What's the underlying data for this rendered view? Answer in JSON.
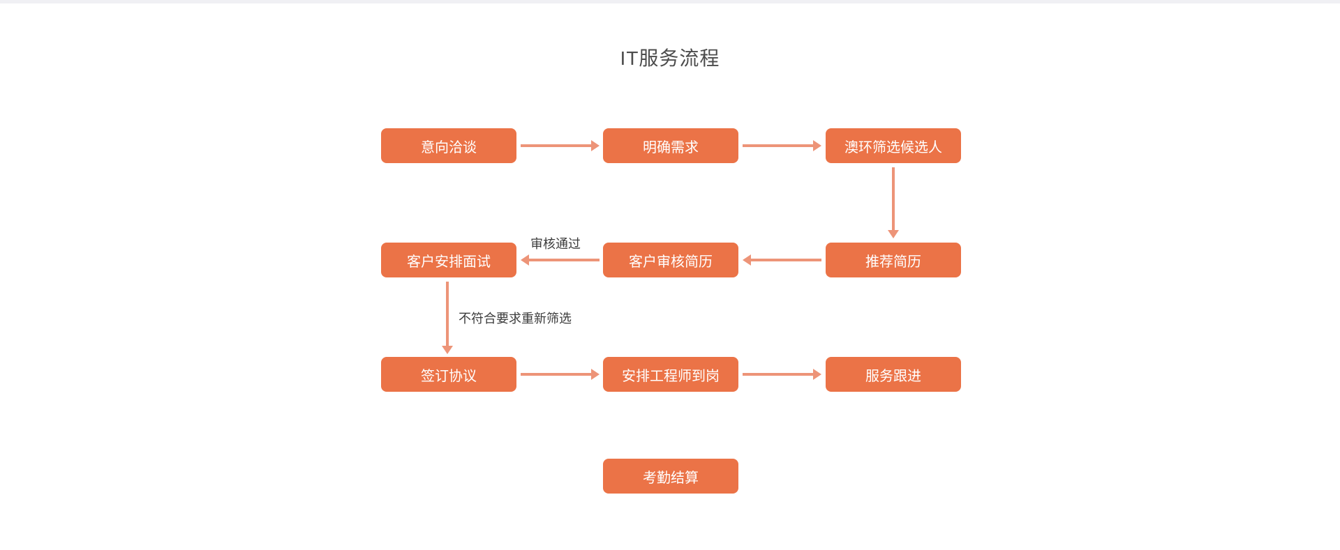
{
  "page": {
    "title": "IT服务流程"
  },
  "flowchart": {
    "nodes": [
      {
        "id": "intent",
        "label": "意向洽谈"
      },
      {
        "id": "clarify",
        "label": "明确需求"
      },
      {
        "id": "screen",
        "label": "澳环筛选候选人"
      },
      {
        "id": "interview",
        "label": "客户安排面试"
      },
      {
        "id": "review",
        "label": "客户审核简历"
      },
      {
        "id": "recommend",
        "label": "推荐简历"
      },
      {
        "id": "sign",
        "label": "签订协议"
      },
      {
        "id": "onboard",
        "label": "安排工程师到岗"
      },
      {
        "id": "follow",
        "label": "服务跟进"
      },
      {
        "id": "attendance",
        "label": "考勤结算"
      }
    ],
    "edge_labels": {
      "audit_pass": "审核通过",
      "rescreen": "不符合要求重新筛选"
    },
    "colors": {
      "node_fill": "#EB7347",
      "node_text": "#FFFFFF",
      "arrow": "#ED9478",
      "title_text": "#4C4C4C",
      "edge_label_text": "#3B3B3B",
      "top_strip": "#F0F0F4"
    }
  }
}
